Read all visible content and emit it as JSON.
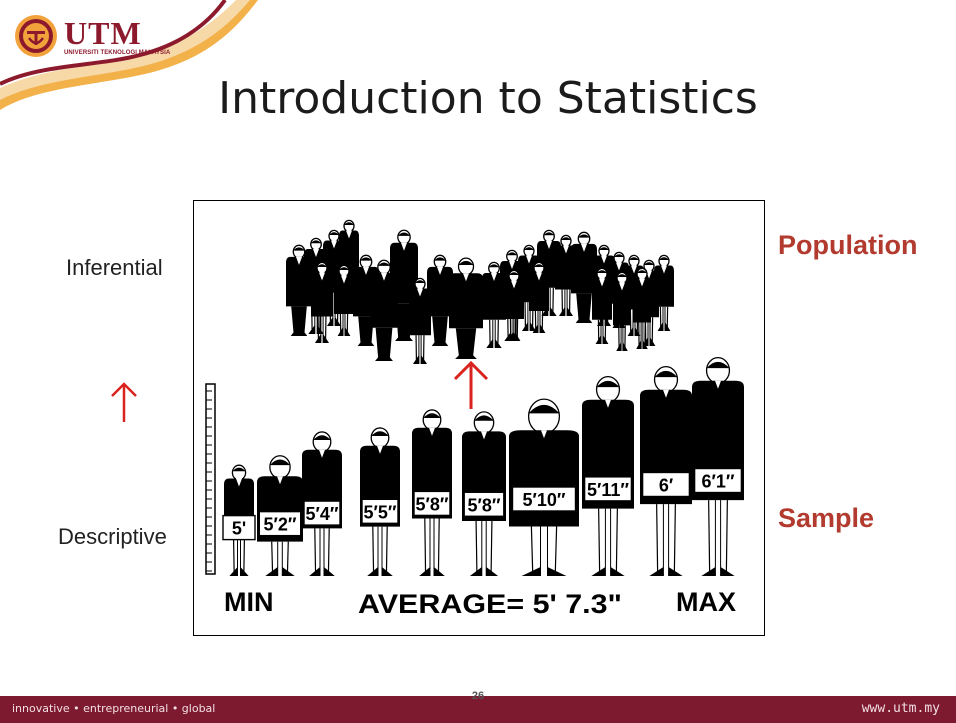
{
  "logo": {
    "name": "UTM",
    "subtitle": "UNIVERSITI TEKNOLOGI MALAYSIA"
  },
  "title": "Introduction to Statistics",
  "labels": {
    "inferential": "Inferential",
    "descriptive": "Descriptive",
    "population": "Population",
    "sample": "Sample"
  },
  "figure": {
    "sample_heights": [
      "5'",
      "5′2″",
      "5′4″",
      "5′5″",
      "5′8″",
      "5′8″",
      "5′10″",
      "5′11″",
      "6′",
      "6′1″"
    ],
    "min_label": "MIN",
    "average_label": "AVERAGE= 5' 7.3\"",
    "max_label": "MAX"
  },
  "colors": {
    "accent": "#b23a2e",
    "brand": "#7d1a2f",
    "arrow": "#d9231e",
    "logo_orange": "#f2a23b"
  },
  "footer": {
    "left": "innovative • entrepreneurial • global",
    "right": "www.utm.my",
    "page": "26"
  }
}
